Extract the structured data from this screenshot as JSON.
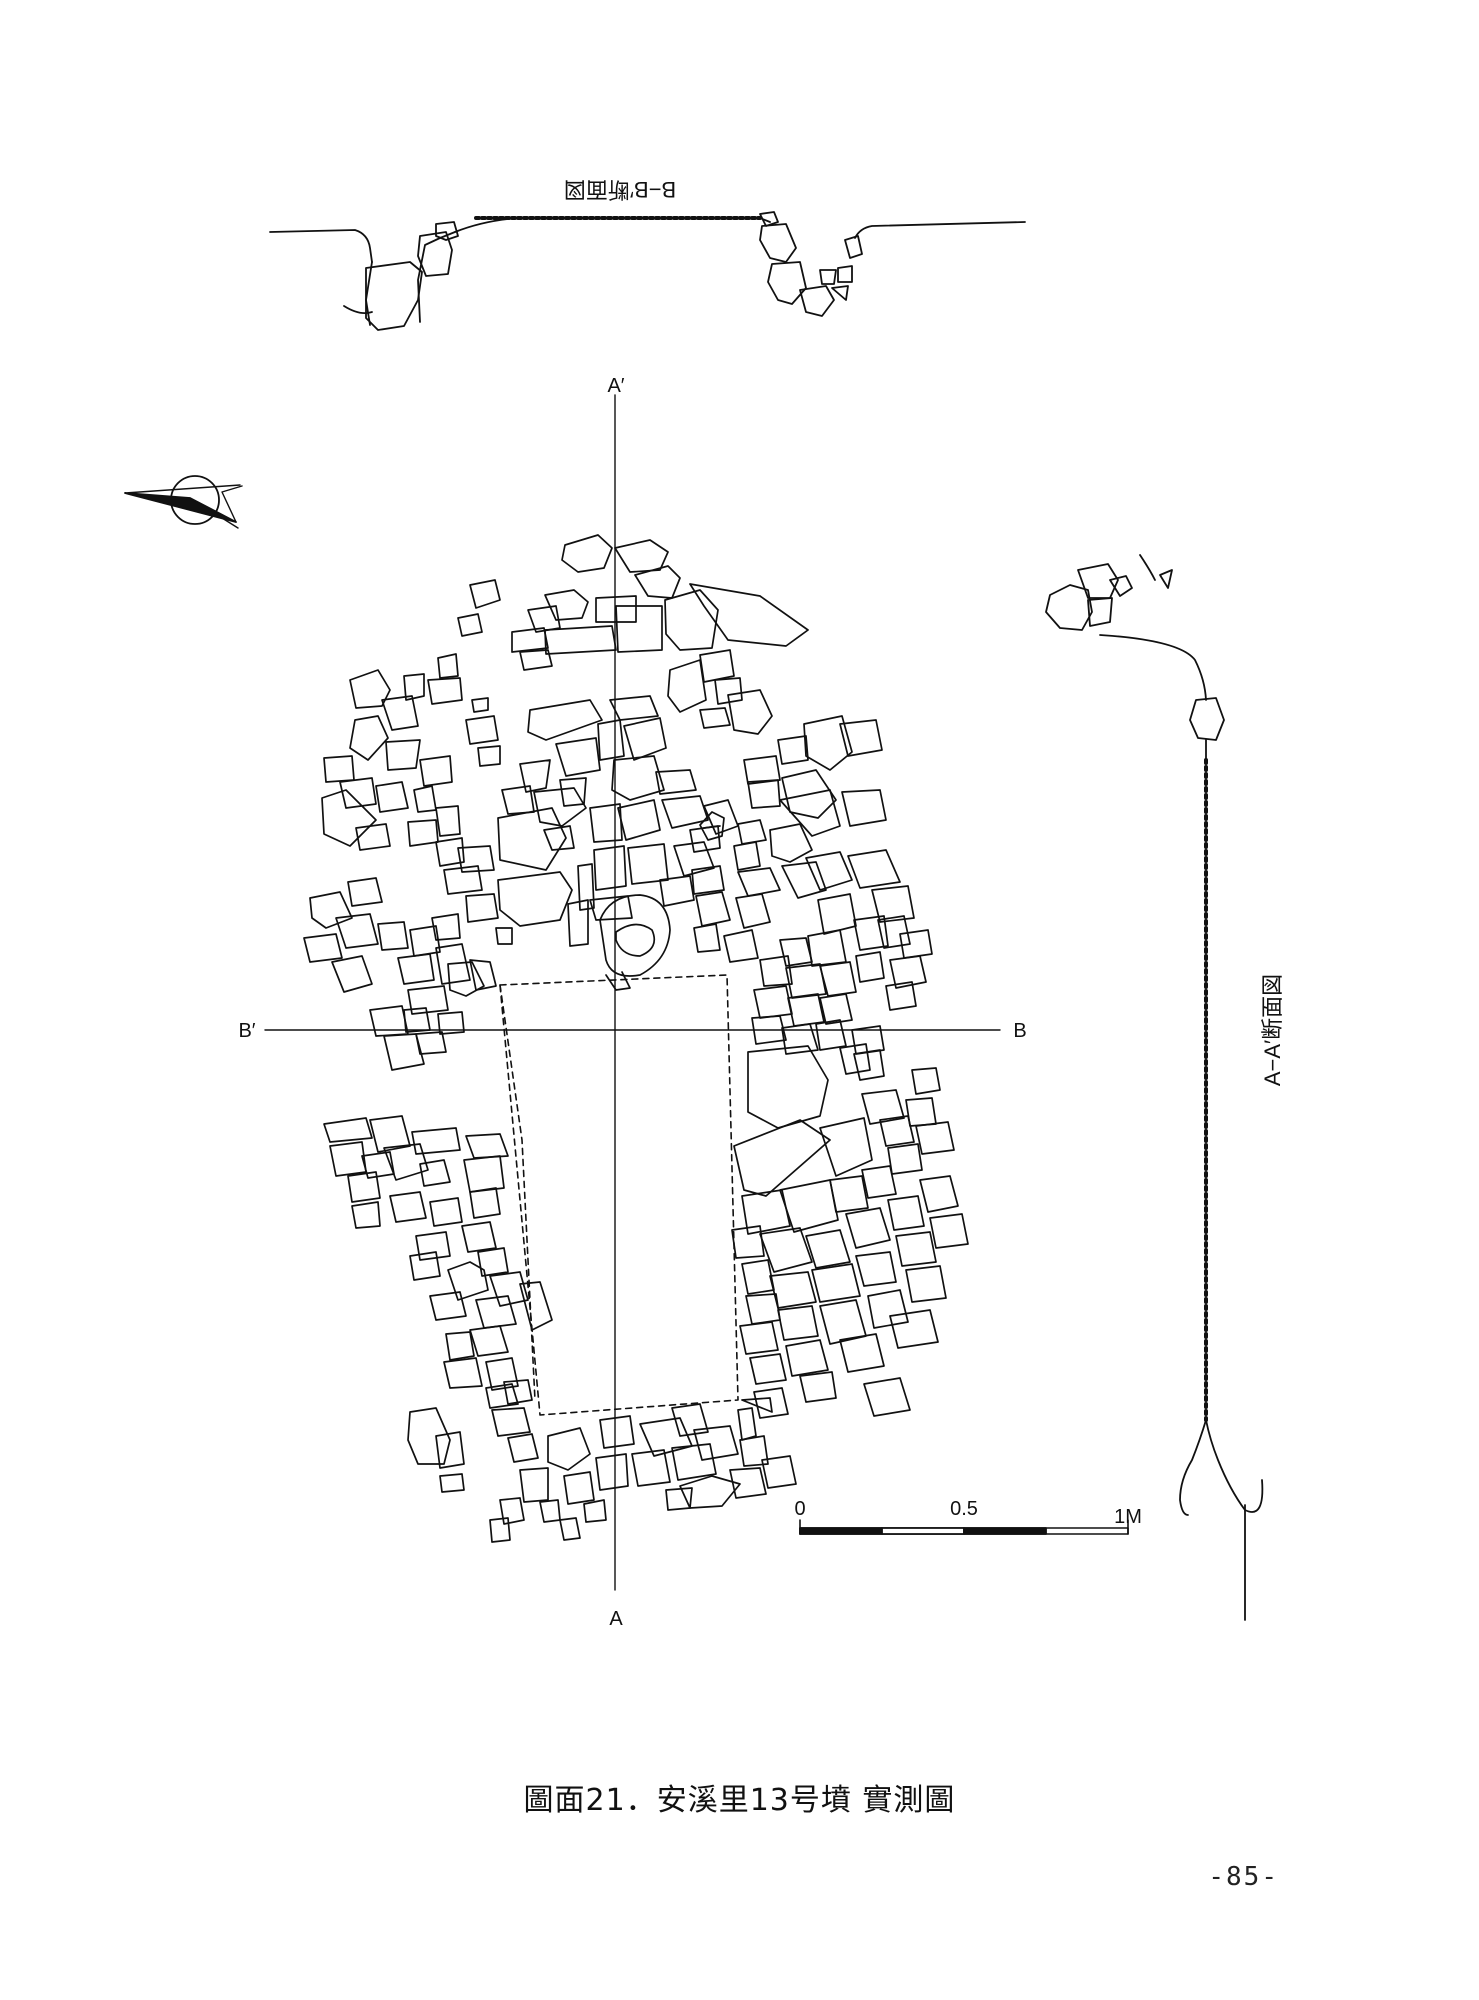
{
  "labels": {
    "section_bb": "B−B′断面図",
    "section_aa": "A−A′断面図",
    "a_prime": "A′",
    "a": "A",
    "b_prime": "B′",
    "b": "B"
  },
  "scale_bar": {
    "label_0": "0",
    "label_mid": "0.5",
    "label_end": "1M"
  },
  "caption": "圖面21．安溪里13号墳 實測圖",
  "page_number": "-85-",
  "colors": {
    "ink": "#111111",
    "paper": "#ffffff"
  },
  "icons": {
    "north_arrow": "compass-arrow-icon"
  }
}
